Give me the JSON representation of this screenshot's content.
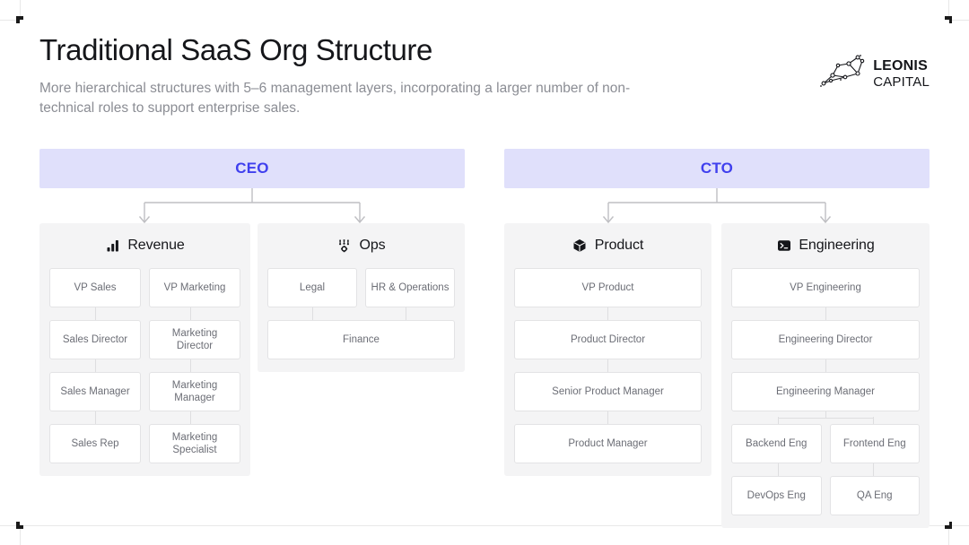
{
  "header": {
    "title": "Traditional SaaS Org Structure",
    "subtitle": "More hierarchical structures with 5–6 management layers, incorporating a larger number of non-technical roles to support enterprise sales."
  },
  "logo": {
    "mark": "constellation-icon",
    "line1": "LEONIS",
    "line2": "CAPITAL"
  },
  "colors": {
    "exec_bg": "#e0e0fb",
    "exec_text": "#4040ee",
    "panel_bg": "#f4f4f5",
    "role_border": "#e3e3e5",
    "role_text": "#6c6e76",
    "connector": "#bfbfc3",
    "title": "#15161a",
    "subtitle": "#8b8d94"
  },
  "executives": [
    {
      "label": "CEO"
    },
    {
      "label": "CTO"
    }
  ],
  "departments": [
    {
      "title": "Revenue",
      "icon": "bar-chart-icon",
      "parent": "CEO",
      "rows": [
        [
          "VP Sales",
          "VP Marketing"
        ],
        [
          "Sales Director",
          "Marketing Director"
        ],
        [
          "Sales Manager",
          "Marketing Manager"
        ],
        [
          "Sales Rep",
          "Marketing Specialist"
        ]
      ]
    },
    {
      "title": "Ops",
      "icon": "settings-pins-icon",
      "parent": "CEO",
      "rows": [
        [
          "Legal",
          "HR & Operations"
        ],
        [
          "Finance"
        ]
      ]
    },
    {
      "title": "Product",
      "icon": "cube-icon",
      "parent": "CTO",
      "rows": [
        [
          "VP Product"
        ],
        [
          "Product Director"
        ],
        [
          "Senior Product Manager"
        ],
        [
          "Product Manager"
        ]
      ]
    },
    {
      "title": "Engineering",
      "icon": "terminal-icon",
      "parent": "CTO",
      "rows": [
        [
          "VP Engineering"
        ],
        [
          "Engineering Director"
        ],
        [
          "Engineering Manager"
        ],
        [
          "Backend Eng",
          "Frontend Eng"
        ],
        [
          "DevOps Eng",
          "QA Eng"
        ]
      ]
    }
  ]
}
